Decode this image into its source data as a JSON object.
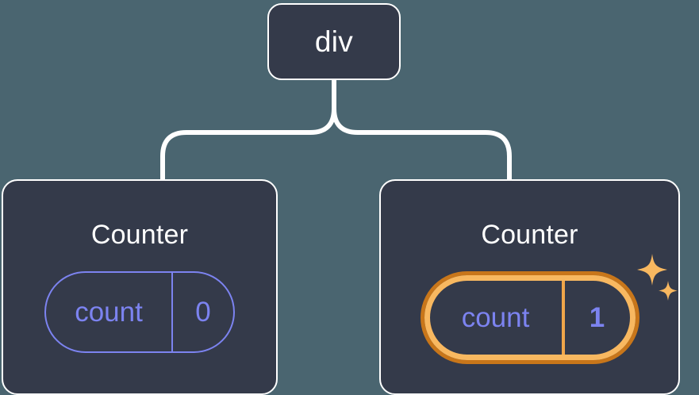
{
  "diagram": {
    "type": "component-tree",
    "title": "React component tree with highlighted state update",
    "background_color": "#4a6570",
    "node_fill_color": "#343a4a",
    "node_border_color": "#ffffff",
    "connector_color": "#ffffff",
    "state_accent_color": "#7c83f0",
    "highlight_outer_color": "#c8761a",
    "highlight_inner_color": "#f8b860",
    "sparkle_color": "#f8b860"
  },
  "root": {
    "label": "div"
  },
  "children": [
    {
      "title": "Counter",
      "state": {
        "key": "count",
        "value": "0",
        "highlighted": false
      }
    },
    {
      "title": "Counter",
      "state": {
        "key": "count",
        "value": "1",
        "highlighted": true
      },
      "sparkle_icons": [
        "sparkle-large",
        "sparkle-small"
      ]
    }
  ]
}
